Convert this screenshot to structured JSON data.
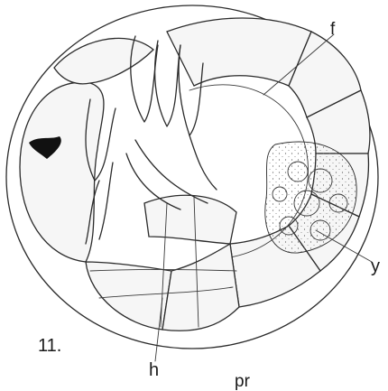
{
  "figure": {
    "number_label": "11.",
    "labels": {
      "f": "f",
      "y": "y",
      "h": "h",
      "pr": "pr"
    },
    "ink_color": "#2b2b2b",
    "spot_color": "#111111"
  }
}
